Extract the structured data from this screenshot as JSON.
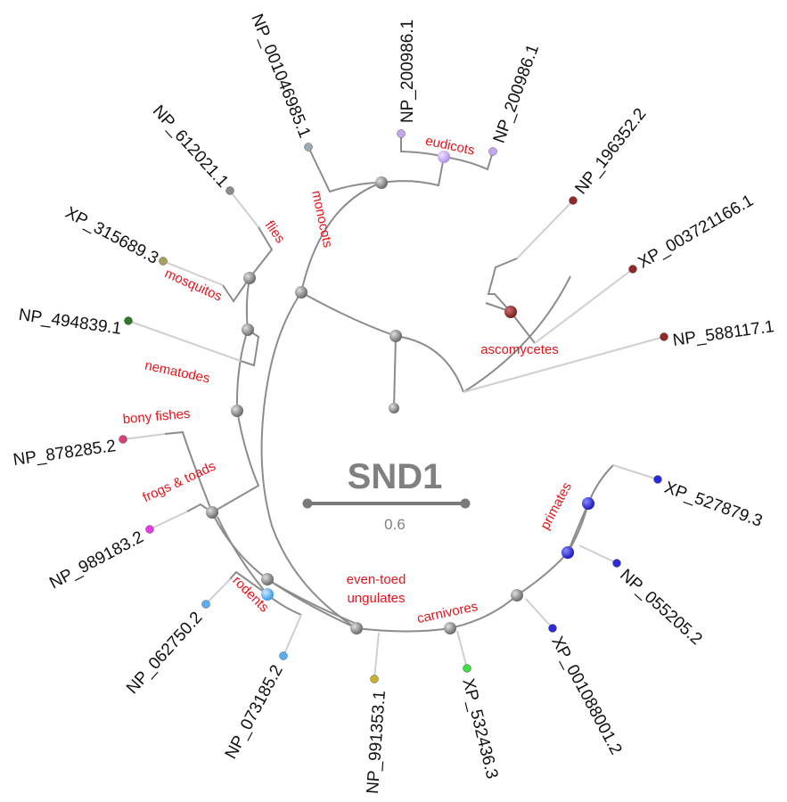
{
  "title": "SND1",
  "scale_bar": {
    "value": "0.6"
  },
  "leaves": [
    {
      "label": "NP_001046985.1",
      "color": "#9aa8b8"
    },
    {
      "label": "NP_200986.1",
      "color": "#c4a6f2"
    },
    {
      "label": "NP_200986.1",
      "color": "#c4a6f2"
    },
    {
      "label": "NP_196352.2",
      "color": "#8e2a2a"
    },
    {
      "label": "XP_003721166.1",
      "color": "#8e2a2a"
    },
    {
      "label": "NP_588117.1",
      "color": "#8e2a2a"
    },
    {
      "label": "XP_527879.3",
      "color": "#2a2ad8"
    },
    {
      "label": "NP_055205.2",
      "color": "#2a2ad8"
    },
    {
      "label": "XP_001088001.2",
      "color": "#2a2ad8"
    },
    {
      "label": "XP_532436.3",
      "color": "#3ee03e"
    },
    {
      "label": "NP_991353.1",
      "color": "#c8b030"
    },
    {
      "label": "NP_073185.2",
      "color": "#5aaef0"
    },
    {
      "label": "NP_062750.2",
      "color": "#5aaef0"
    },
    {
      "label": "NP_989183.2",
      "color": "#e63ae6"
    },
    {
      "label": "NP_878285.2",
      "color": "#d8407a"
    },
    {
      "label": "NP_494839.1",
      "color": "#2a7a2a"
    },
    {
      "label": "XP_315689.3",
      "color": "#a8a060"
    },
    {
      "label": "NP_612021.1",
      "color": "#8c8c8c"
    }
  ],
  "clades": [
    {
      "label": "monocots"
    },
    {
      "label": "eudicots"
    },
    {
      "label": "flies"
    },
    {
      "label": "mosquitos"
    },
    {
      "label": "nematodes"
    },
    {
      "label": "bony fishes"
    },
    {
      "label": "frogs & toads"
    },
    {
      "label": "rodents"
    },
    {
      "label": "even-toed"
    },
    {
      "label": "ungulates"
    },
    {
      "label": "carnivores"
    },
    {
      "label": "primates"
    },
    {
      "label": "ascomycetes"
    }
  ],
  "colors": {
    "branch": "#8c8c8c",
    "clade_label": "#e8141c",
    "node": "#8c8c8c"
  }
}
